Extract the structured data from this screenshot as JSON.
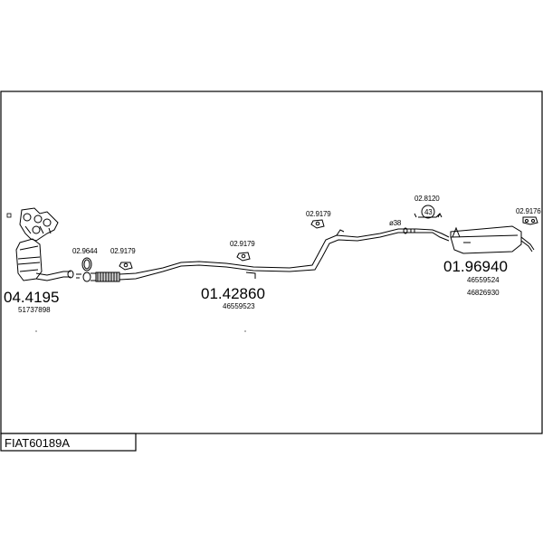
{
  "diagram": {
    "reference": "FIAT60189A",
    "groups": [
      {
        "part_number": "04.4195",
        "oem_numbers": [
          "51737898"
        ]
      },
      {
        "part_number": "01.42860",
        "oem_numbers": [
          "46559523"
        ]
      },
      {
        "part_number": "01.96940",
        "oem_numbers": [
          "46559524",
          "46826930"
        ]
      }
    ],
    "fittings": [
      {
        "code": "02.9644"
      },
      {
        "code": "02.9179"
      },
      {
        "code": "02.9179"
      },
      {
        "code": "02.9179"
      },
      {
        "code": "02.8120"
      },
      {
        "code": "02.9176"
      }
    ],
    "pipe_diameter": "ø38",
    "clamp_label": "43"
  }
}
